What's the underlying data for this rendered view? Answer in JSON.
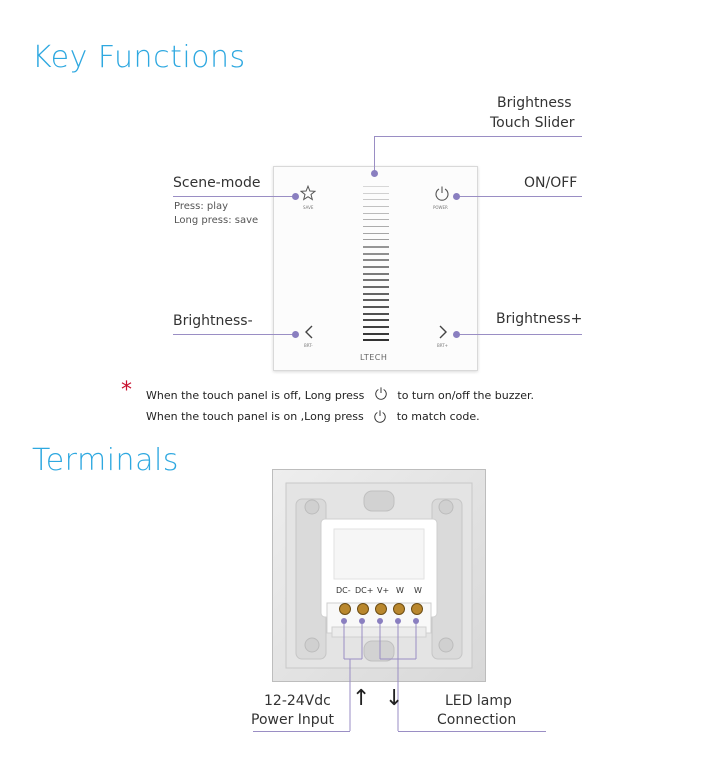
{
  "key_functions": {
    "title": "Key Functions",
    "slider_label_line1": "Brightness",
    "slider_label_line2": "Touch Slider",
    "scene_mode": "Scene-mode",
    "scene_press": "Press: play",
    "scene_long_press": "Long press: save",
    "on_off": "ON/OFF",
    "brightness_minus": "Brightness-",
    "brightness_plus": "Brightness+",
    "save_caption": "SAVE",
    "power_caption": "POWER",
    "brt_minus_caption": "BRT-",
    "brt_plus_caption": "BRT+",
    "brand": "LTECH",
    "slider_segment_count": 24
  },
  "notes": {
    "asterisk": "*",
    "line1_before": "When the touch panel is off, Long press",
    "line1_after": "to turn on/off the buzzer.",
    "line2_before": "When the touch panel is on ,Long press",
    "line2_after": "to match code."
  },
  "terminals": {
    "title": "Terminals",
    "terminal_labels": [
      "DC-",
      "DC+",
      "V+",
      "W",
      "W"
    ],
    "power_input_line1": "12-24Vdc",
    "power_input_line2": "Power Input",
    "led_line1": "LED lamp",
    "led_line2": "Connection",
    "arrow_up": "↑",
    "arrow_down": "↓"
  },
  "colors": {
    "heading": "#2ea8e0",
    "callout": "#8a7fc0",
    "asterisk": "#c8102e"
  }
}
